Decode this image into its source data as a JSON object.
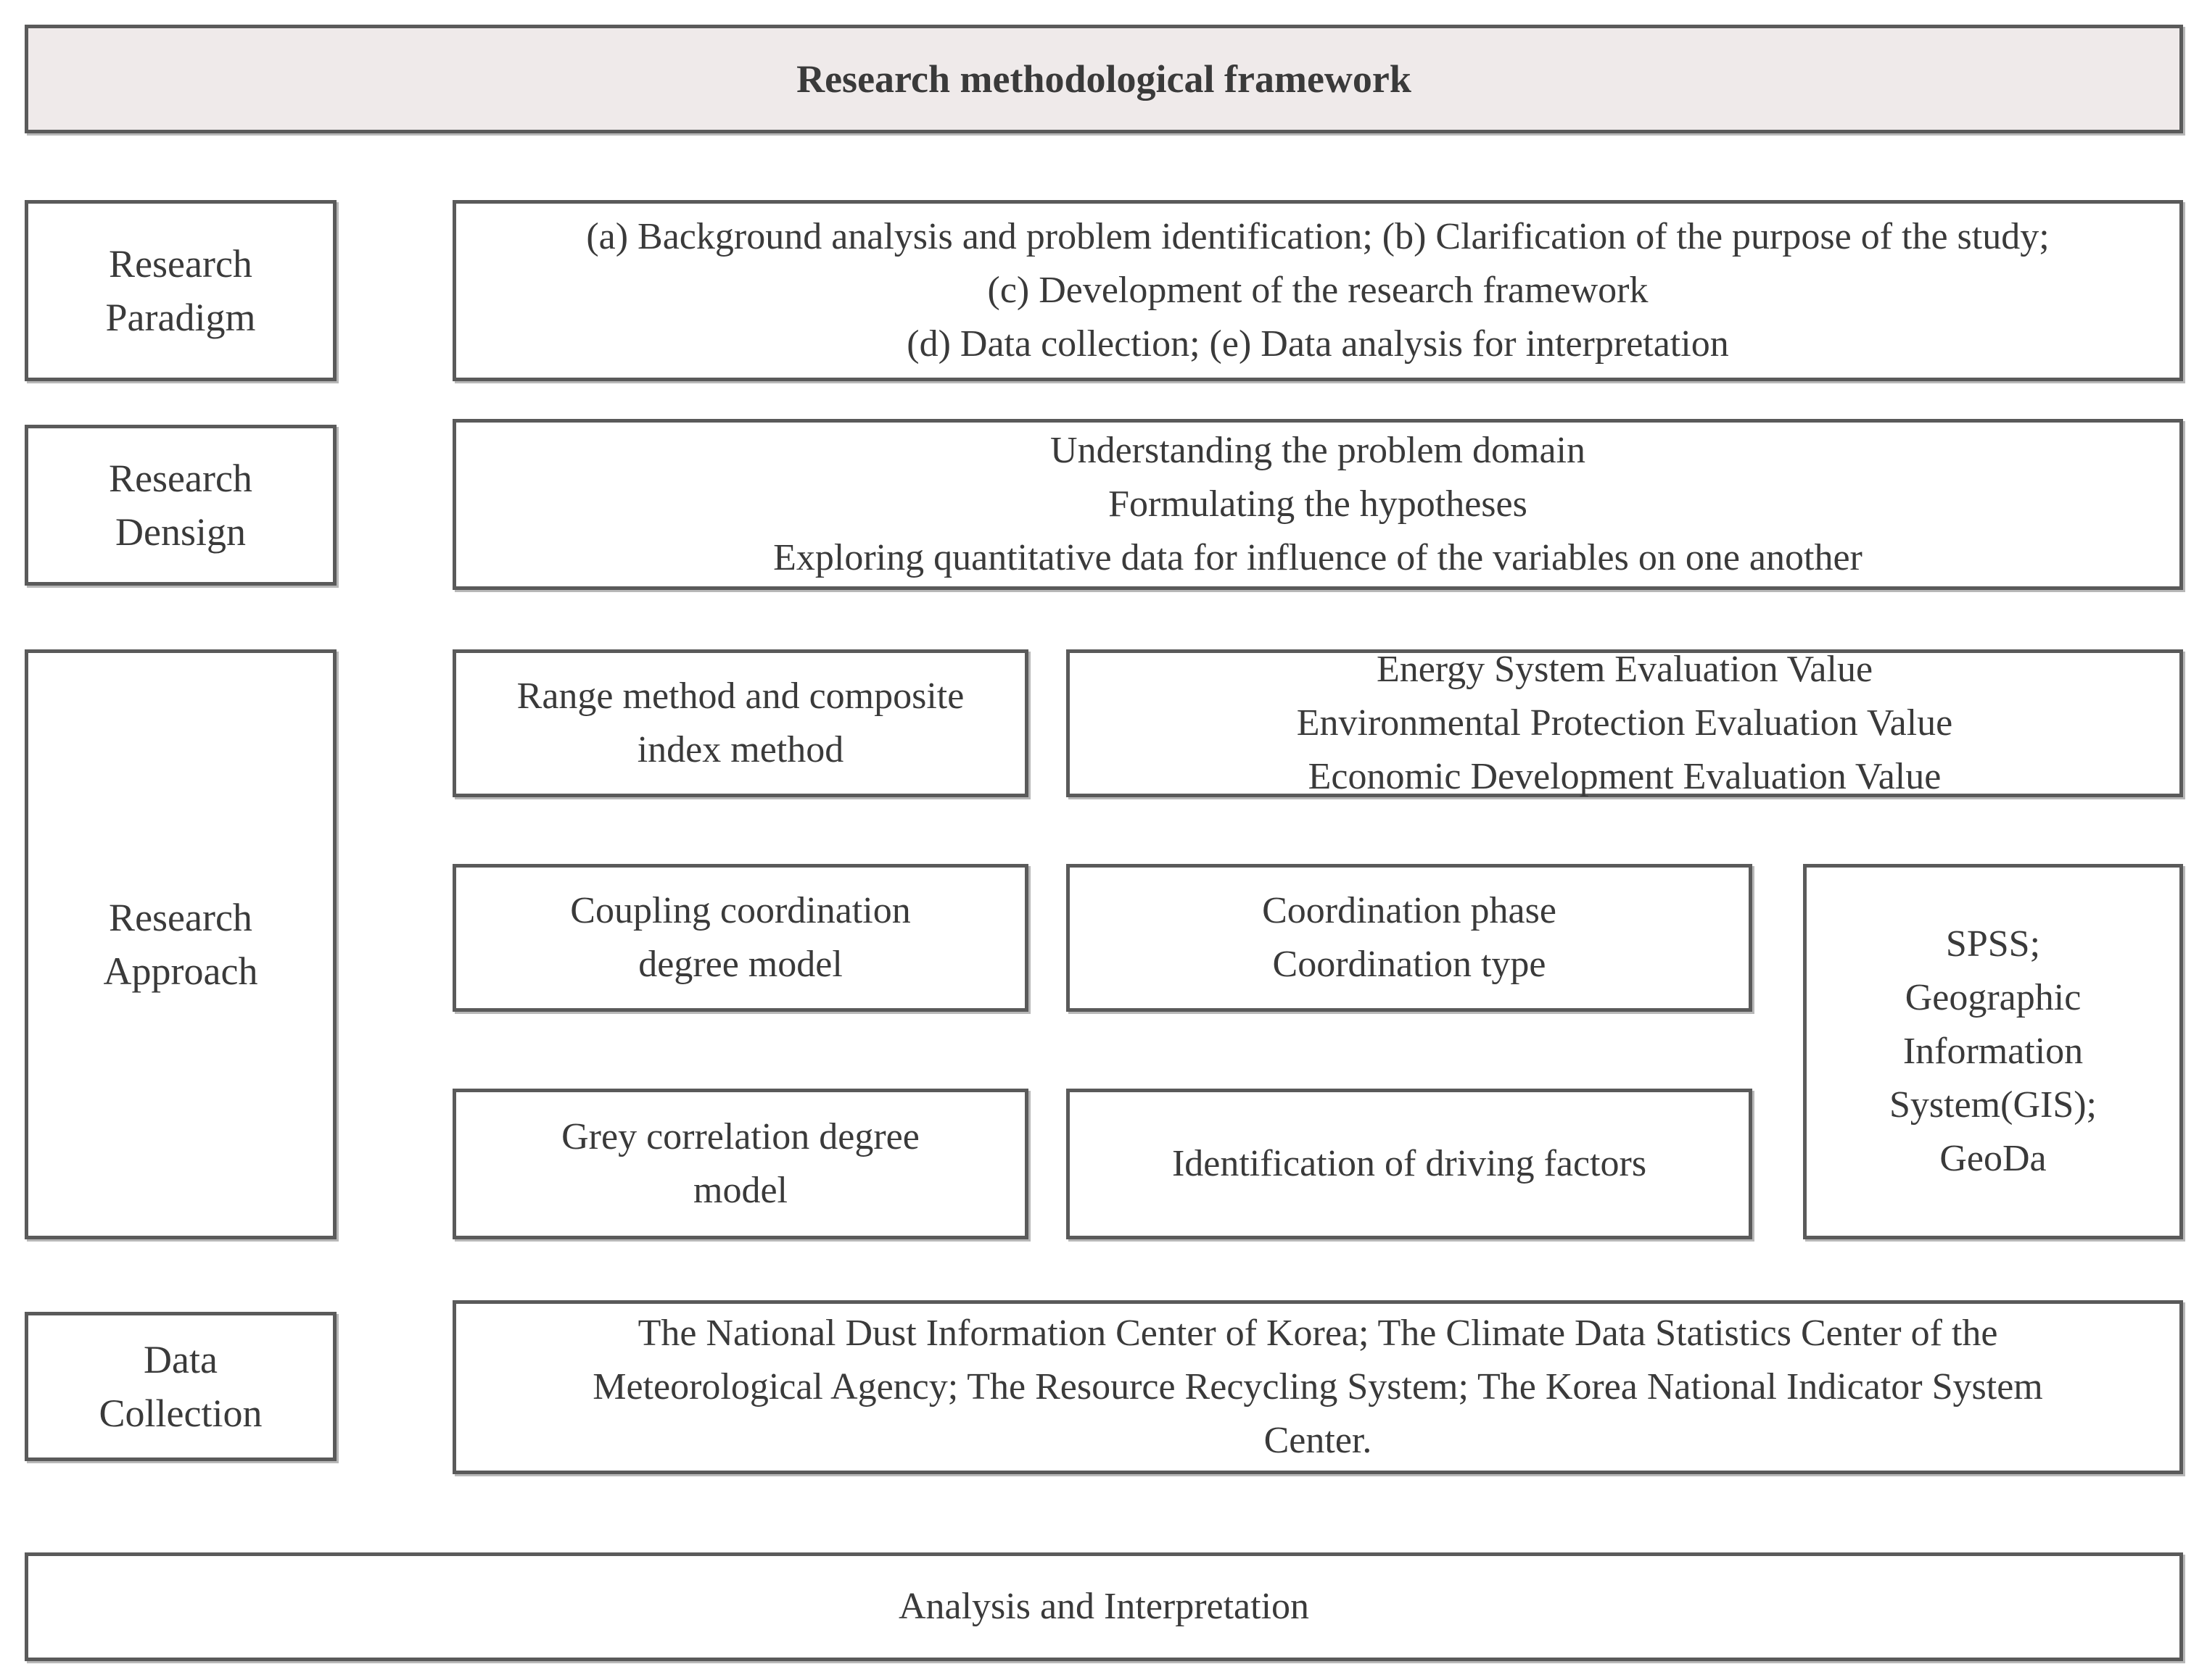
{
  "title": "Research  methodological framework",
  "paradigm": {
    "label": [
      "Research",
      "Paradigm"
    ],
    "lines": [
      "(a) Background analysis and problem identification; (b) Clarification of the purpose of the study;",
      "(c) Development of the research framework",
      "(d) Data collection; (e) Data analysis for interpretation"
    ]
  },
  "design": {
    "label": [
      "Research",
      "Densign"
    ],
    "lines": [
      "Understanding the problem domain",
      "Formulating the hypotheses",
      "Exploring quantitative data for influence of the variables on one another"
    ]
  },
  "approach": {
    "label": [
      "Research",
      "Approach"
    ],
    "range_method": [
      "Range method and composite",
      "index method"
    ],
    "evaluation_values": [
      "Energy System Evaluation Value",
      "Environmental Protection Evaluation Value",
      "Economic Development Evaluation Value"
    ],
    "coupling_model": [
      "Coupling coordination",
      "degree model"
    ],
    "coordination": [
      "Coordination phase",
      "Coordination type"
    ],
    "tools": [
      "SPSS;",
      "Geographic",
      "Information",
      "System(GIS);",
      "GeoDa"
    ],
    "grey_model": [
      "Grey correlation degree",
      "model"
    ],
    "driving_factors": "Identification of driving factors"
  },
  "data_collection": {
    "label": [
      "Data",
      "Collection"
    ],
    "lines": [
      "The National Dust Information Center of Korea; The Climate Data Statistics Center of the",
      "Meteorological Agency; The Resource Recycling System; The Korea National Indicator System",
      "Center."
    ]
  },
  "analysis": "Analysis and Interpretation"
}
